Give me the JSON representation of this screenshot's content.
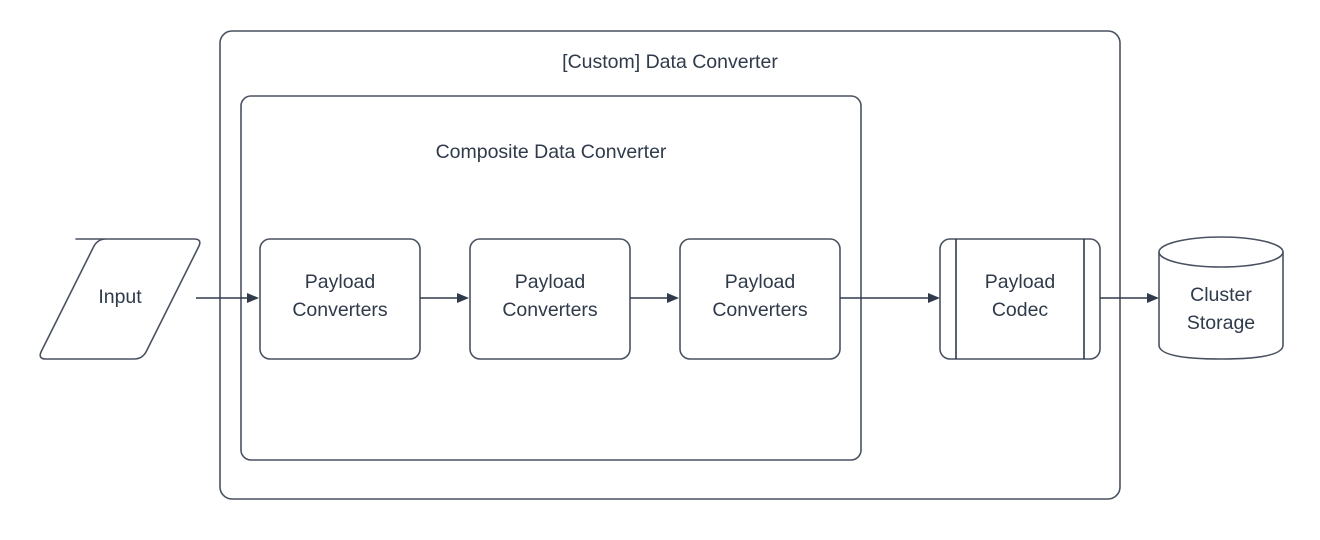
{
  "diagram": {
    "type": "flowchart",
    "background_color": "#ffffff",
    "stroke_color": "#4A5260",
    "text_color": "#2F3A4A",
    "containers": [
      {
        "id": "custom-data-converter",
        "label": "[Custom] Data Converter",
        "shape": "rounded-rectangle"
      },
      {
        "id": "composite-data-converter",
        "label": "Composite Data Converter",
        "shape": "rounded-rectangle"
      }
    ],
    "nodes": [
      {
        "id": "input",
        "label": "Input",
        "shape": "parallelogram"
      },
      {
        "id": "payload-converters-1",
        "label_line1": "Payload",
        "label_line2": "Converters",
        "shape": "rounded-rectangle"
      },
      {
        "id": "payload-converters-2",
        "label_line1": "Payload",
        "label_line2": "Converters",
        "shape": "rounded-rectangle"
      },
      {
        "id": "payload-converters-3",
        "label_line1": "Payload",
        "label_line2": "Converters",
        "shape": "rounded-rectangle"
      },
      {
        "id": "payload-codec",
        "label_line1": "Payload",
        "label_line2": "Codec",
        "shape": "subprocess"
      },
      {
        "id": "cluster-storage",
        "label_line1": "Cluster",
        "label_line2": "Storage",
        "shape": "cylinder"
      }
    ],
    "edges": [
      {
        "from": "input",
        "to": "payload-converters-1",
        "style": "arrow"
      },
      {
        "from": "payload-converters-1",
        "to": "payload-converters-2",
        "style": "arrow"
      },
      {
        "from": "payload-converters-2",
        "to": "payload-converters-3",
        "style": "arrow"
      },
      {
        "from": "payload-converters-3",
        "to": "payload-codec",
        "style": "arrow"
      },
      {
        "from": "payload-codec",
        "to": "cluster-storage",
        "style": "arrow"
      }
    ]
  }
}
